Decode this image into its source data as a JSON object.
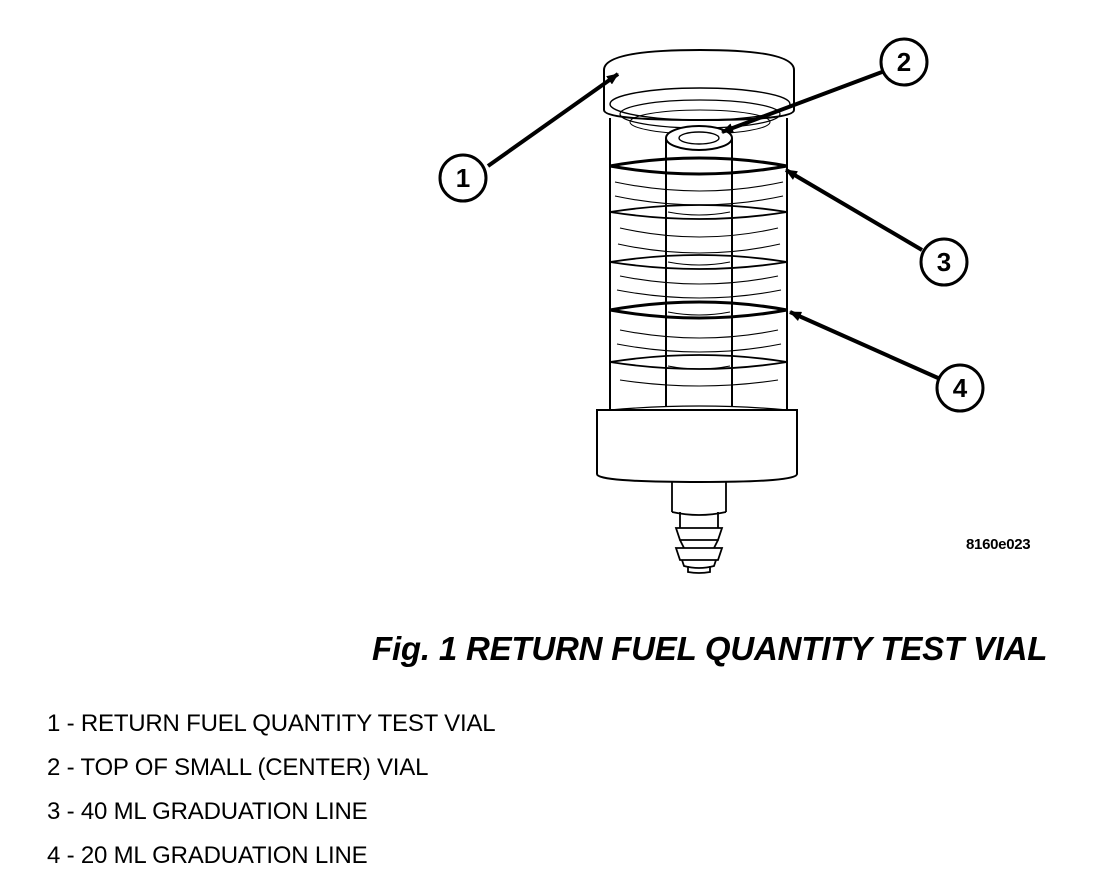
{
  "callouts": [
    {
      "number": "1"
    },
    {
      "number": "2"
    },
    {
      "number": "3"
    },
    {
      "number": "4"
    }
  ],
  "figure_code": "8160e023",
  "caption": "Fig. 1 RETURN FUEL QUANTITY TEST VIAL",
  "legend": [
    "1 - RETURN FUEL QUANTITY TEST VIAL",
    "2 - TOP OF SMALL (CENTER) VIAL",
    "3 - 40 ML GRADUATION LINE",
    "4 - 20 ML GRADUATION LINE"
  ]
}
